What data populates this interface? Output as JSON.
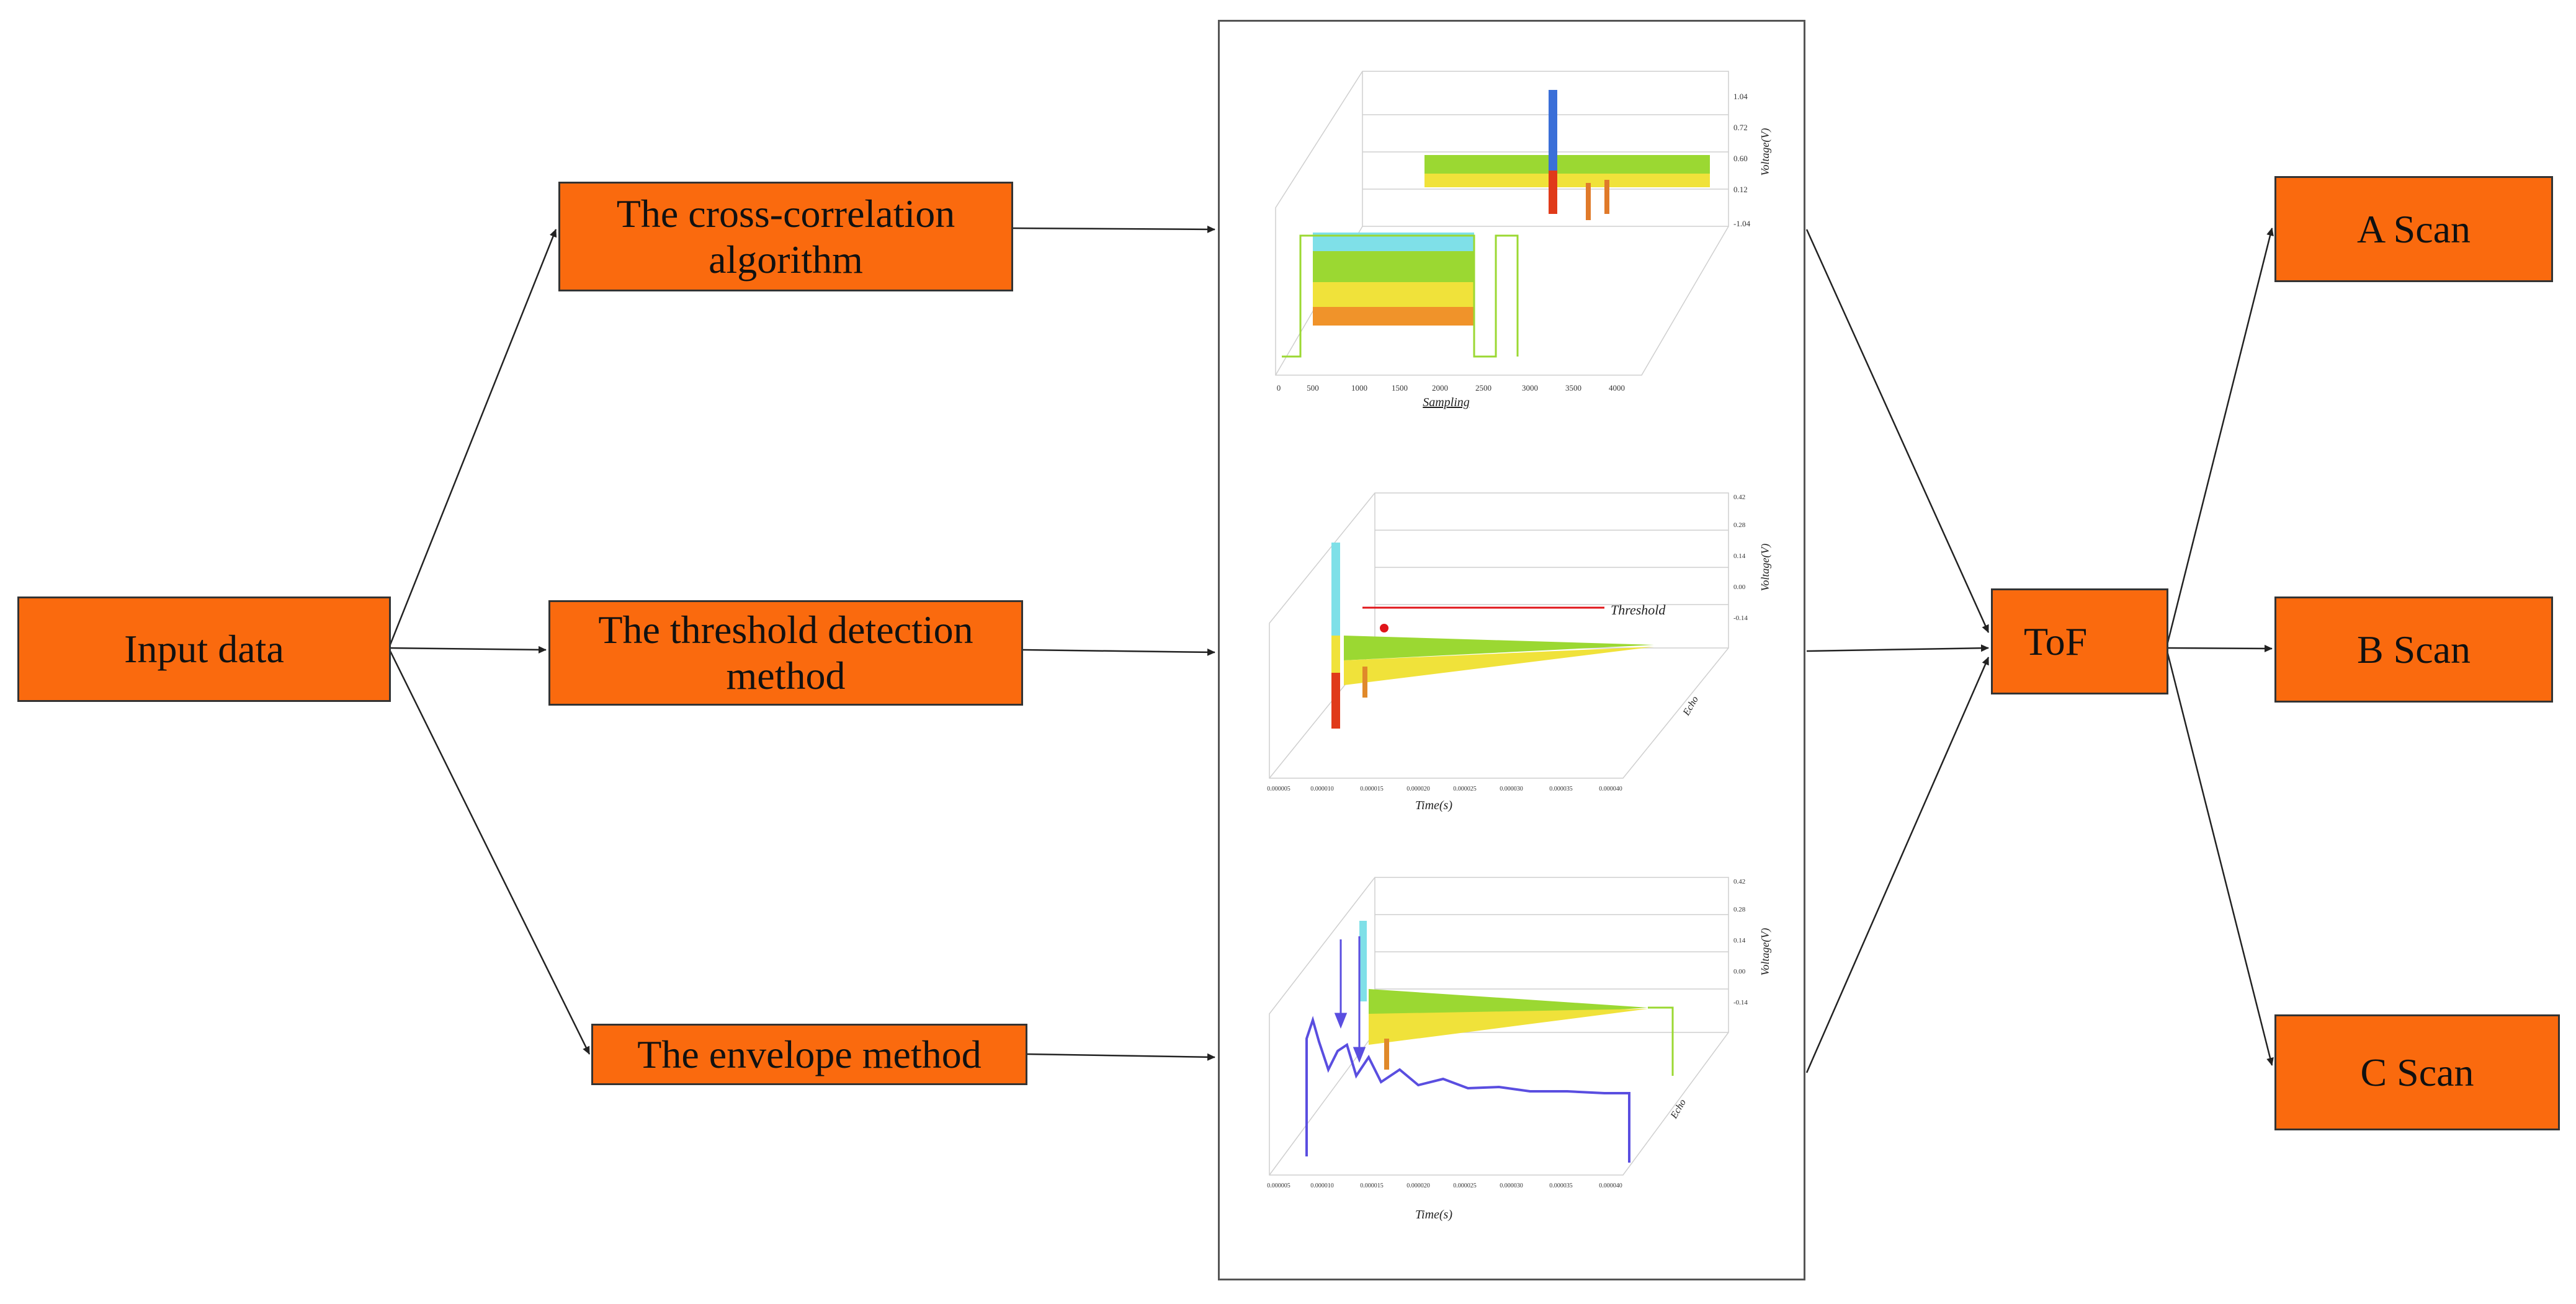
{
  "nodes": {
    "input": "Input data",
    "cross_correlation": "The cross-correlation\nalgorithm",
    "threshold": "The threshold detection\nmethod",
    "envelope": "The envelope method",
    "tof": "ToF",
    "a_scan": "A Scan",
    "b_scan": "B Scan",
    "c_scan": "C Scan"
  },
  "plots": {
    "top": {
      "xlabel": "Sampling",
      "ylabel": "Voltage(V)",
      "xticks": [
        "0",
        "500",
        "1000",
        "1500",
        "2000",
        "2500",
        "3000",
        "3500",
        "4000"
      ],
      "yticks": [
        "1.04",
        "0.72",
        "0.60",
        "0.12",
        "-1.04"
      ]
    },
    "middle": {
      "xlabel": "Time(s)",
      "ylabel": "Voltage(V)",
      "depth_label": "Echo",
      "annotation": "Threshold",
      "xticks": [
        "0.000005",
        "0.000010",
        "0.000015",
        "0.000020",
        "0.000025",
        "0.000030",
        "0.000035",
        "0.000040"
      ],
      "yticks": [
        "0.42",
        "0.28",
        "0.14",
        "0.00",
        "-0.14"
      ]
    },
    "bottom": {
      "xlabel": "Time(s)",
      "ylabel": "Voltage(V)",
      "depth_label": "Echo",
      "xticks": [
        "0.000005",
        "0.000010",
        "0.000015",
        "0.000020",
        "0.000025",
        "0.000030",
        "0.000035",
        "0.000040"
      ],
      "yticks": [
        "0.42",
        "0.28",
        "0.14",
        "0.00",
        "-0.14"
      ]
    }
  },
  "colors": {
    "node_fill": "#fa6a0e",
    "arrow": "#222222",
    "threshold_line": "#e0151a",
    "envelope_line": "#5a4ee0",
    "signal_green": "#9bd832",
    "signal_yellow": "#f0e23a",
    "signal_red": "#e03a1a",
    "signal_blue": "#3a6fd8"
  }
}
